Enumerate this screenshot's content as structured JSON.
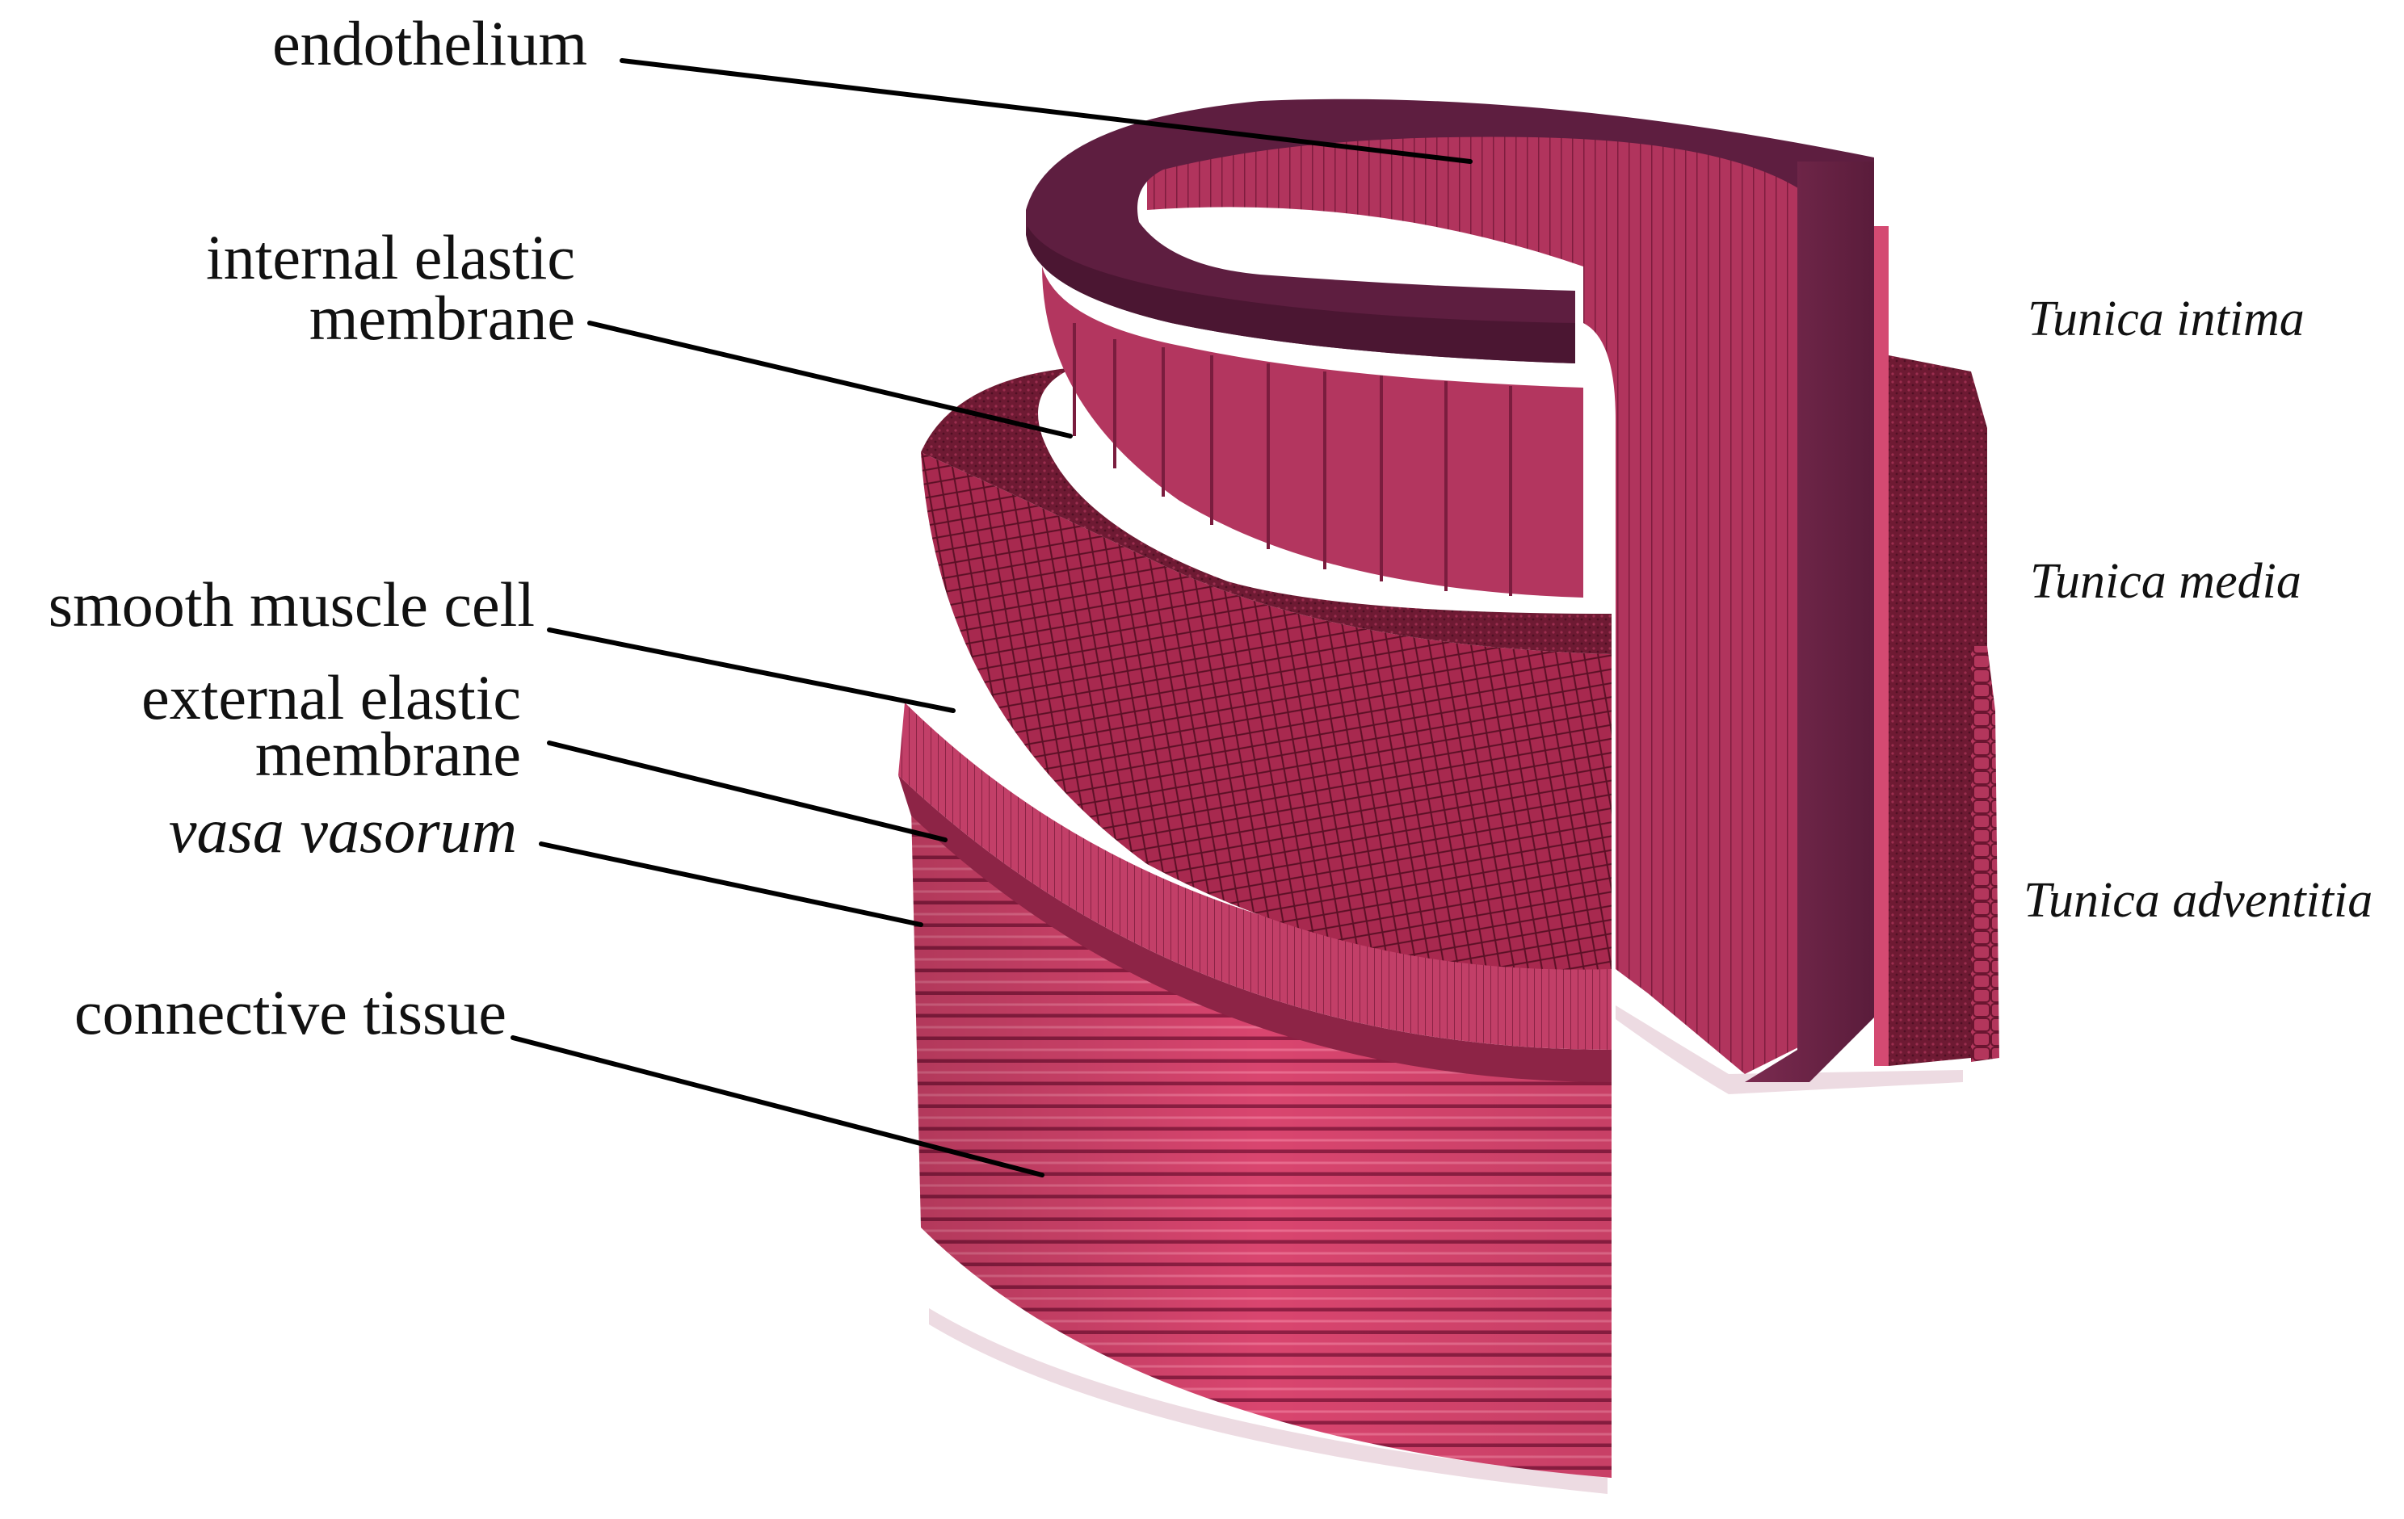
{
  "labels": {
    "endothelium": "endothelium",
    "internal_elastic_line1": "internal elastic",
    "internal_elastic_line2": "membrane",
    "smooth_muscle": "smooth muscle cell",
    "external_elastic_line1": "external elastic",
    "external_elastic_line2": "membrane",
    "vasa_vasorum": "vasa vasorum",
    "connective_tissue": "connective tissue"
  },
  "layers": {
    "intima": "Tunica intima",
    "media": "Tunica media",
    "adventitia": "Tunica adventitia"
  },
  "colors": {
    "endothelium": "#6b2447",
    "endothelium_top": "#5a1f3d",
    "internal_elastic": "#b53a66",
    "smooth_muscle_top": "#7a1c38",
    "smooth_muscle_side": "#a32a4f",
    "external_elastic": "#c6446f",
    "connective": "#cf3f6a",
    "base": "#e6d0d9"
  }
}
